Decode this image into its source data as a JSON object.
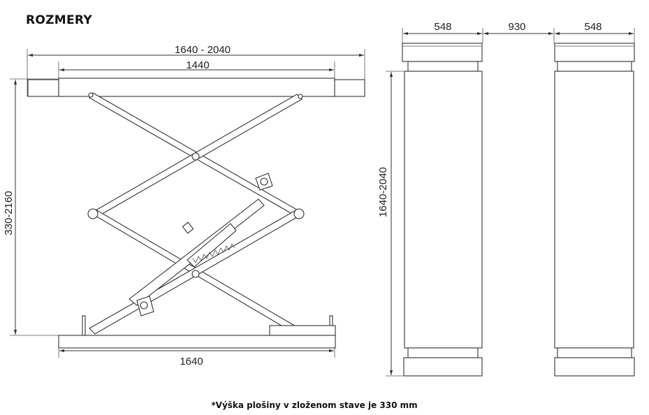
{
  "title": "ROZMERY",
  "note": "*Výška plošiny v zloženom stave je 330 mm",
  "side_view": {
    "dim_total_length": "1640 - 2040",
    "dim_platform_length": "1440",
    "dim_height": "330-2160",
    "dim_base_length": "1640"
  },
  "top_view": {
    "dim_left_width": "548",
    "dim_gap": "930",
    "dim_right_width": "548",
    "dim_length": "1640-2040"
  }
}
